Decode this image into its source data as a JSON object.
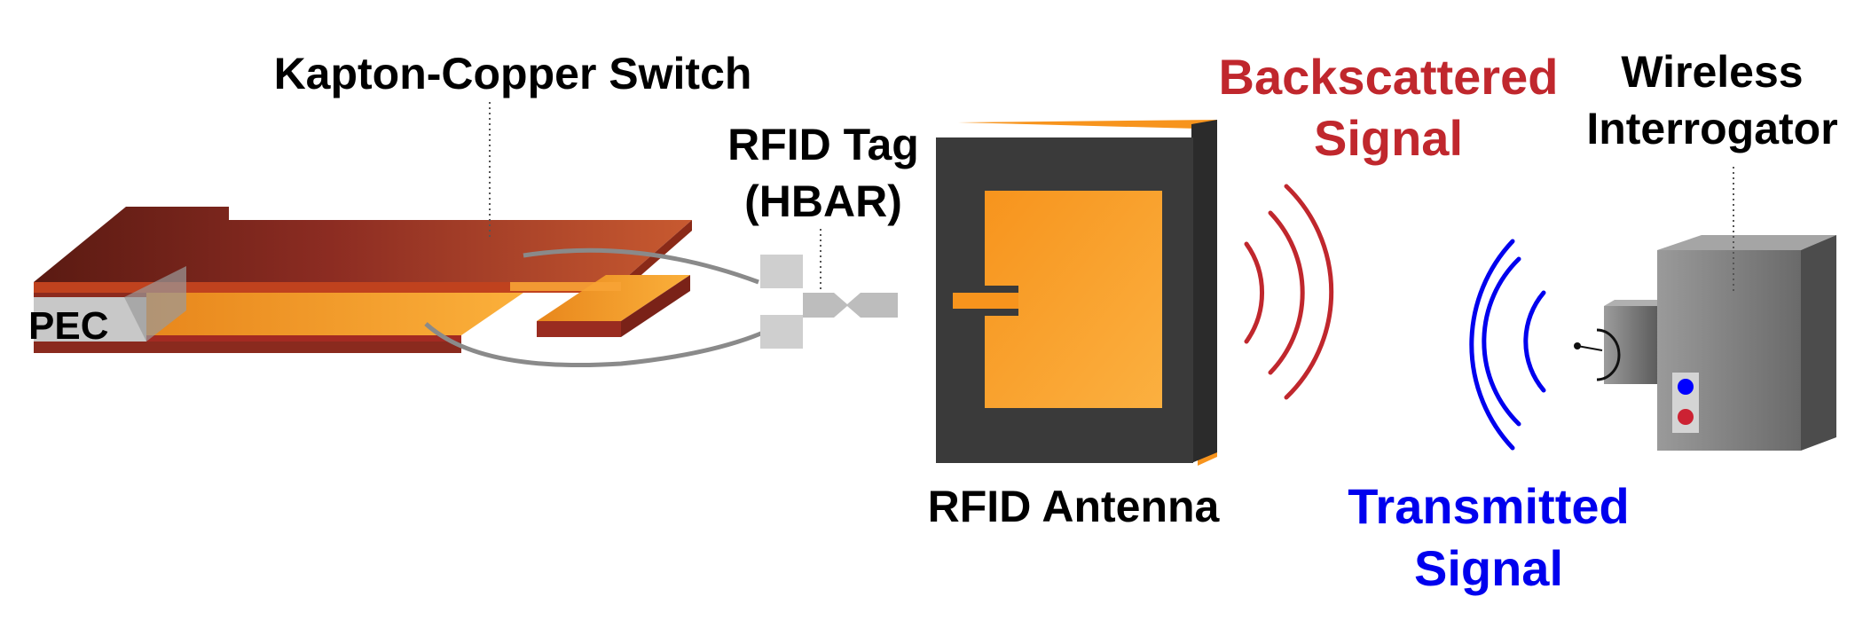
{
  "labels": {
    "switch": "Kapton-Copper Switch",
    "pec": "PEC",
    "tag_line1": "RFID Tag",
    "tag_line2": "(HBAR)",
    "antenna": "RFID Antenna",
    "backscattered_line1": "Backscattered",
    "backscattered_line2": "Signal",
    "transmitted_line1": "Transmitted",
    "transmitted_line2": "Signal",
    "interrogator_line1": "Wireless",
    "interrogator_line2": "Interrogator"
  },
  "colors": {
    "text": "#000000",
    "backscattered": "#c0272d",
    "transmitted": "#0000ee",
    "copper_orange": "#f7941d",
    "kapton_red": "#a32a22",
    "antenna_body": "#3a3a3a",
    "interrogator_body": "#8a8a8a",
    "led_blue": "#0000ff",
    "led_red": "#cc2233"
  }
}
